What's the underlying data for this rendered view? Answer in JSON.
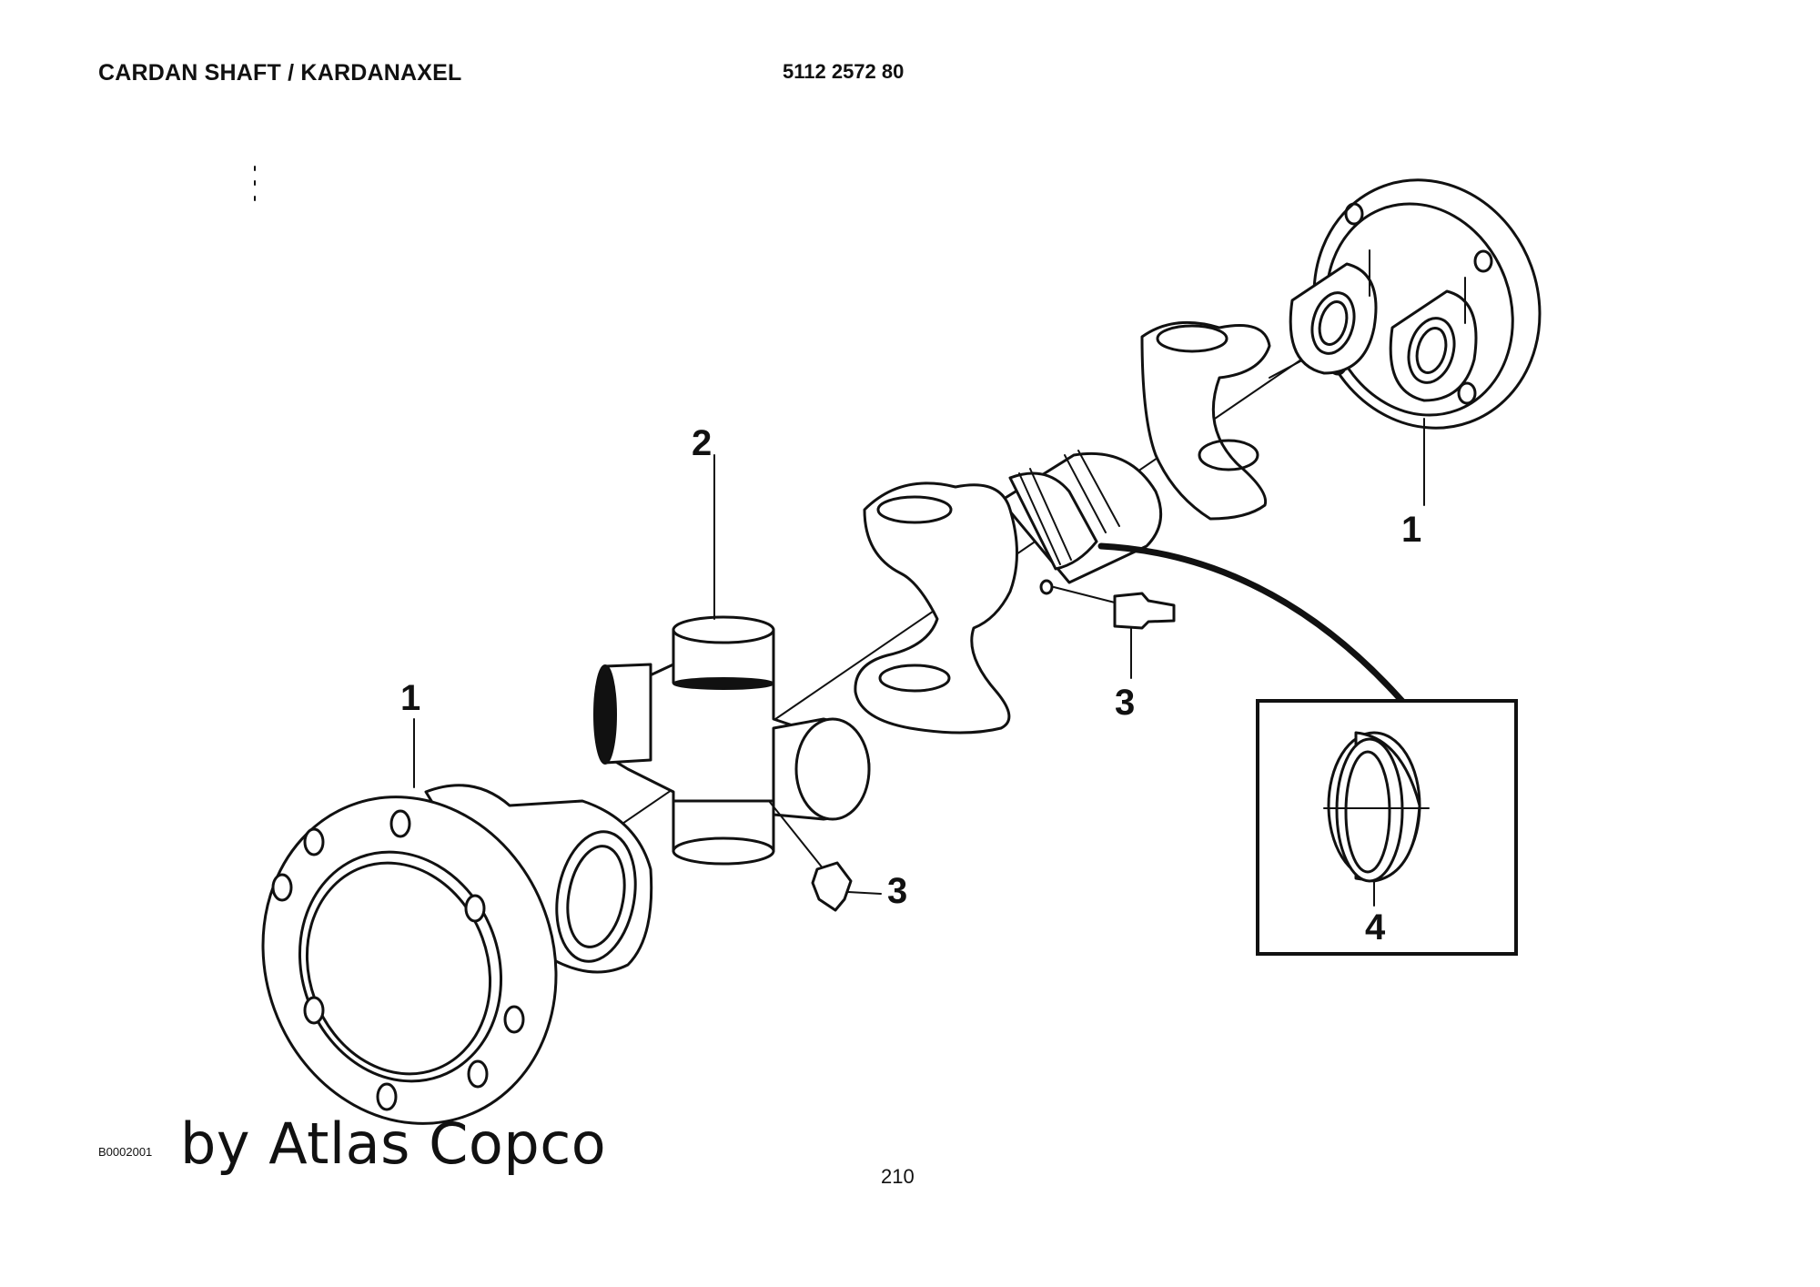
{
  "header": {
    "title": "CARDAN SHAFT / KARDANAXEL",
    "part_number": "5112 2572 80"
  },
  "footer": {
    "figure_code": "B0002001",
    "watermark": "by Atlas Copco",
    "page_number": "210"
  },
  "callouts": {
    "flange_yoke_right": "1",
    "flange_yoke_left": "1",
    "spider": "2",
    "grease_nipple_upper": "3",
    "grease_nipple_lower": "3",
    "bearing_ring_detail": "4"
  }
}
